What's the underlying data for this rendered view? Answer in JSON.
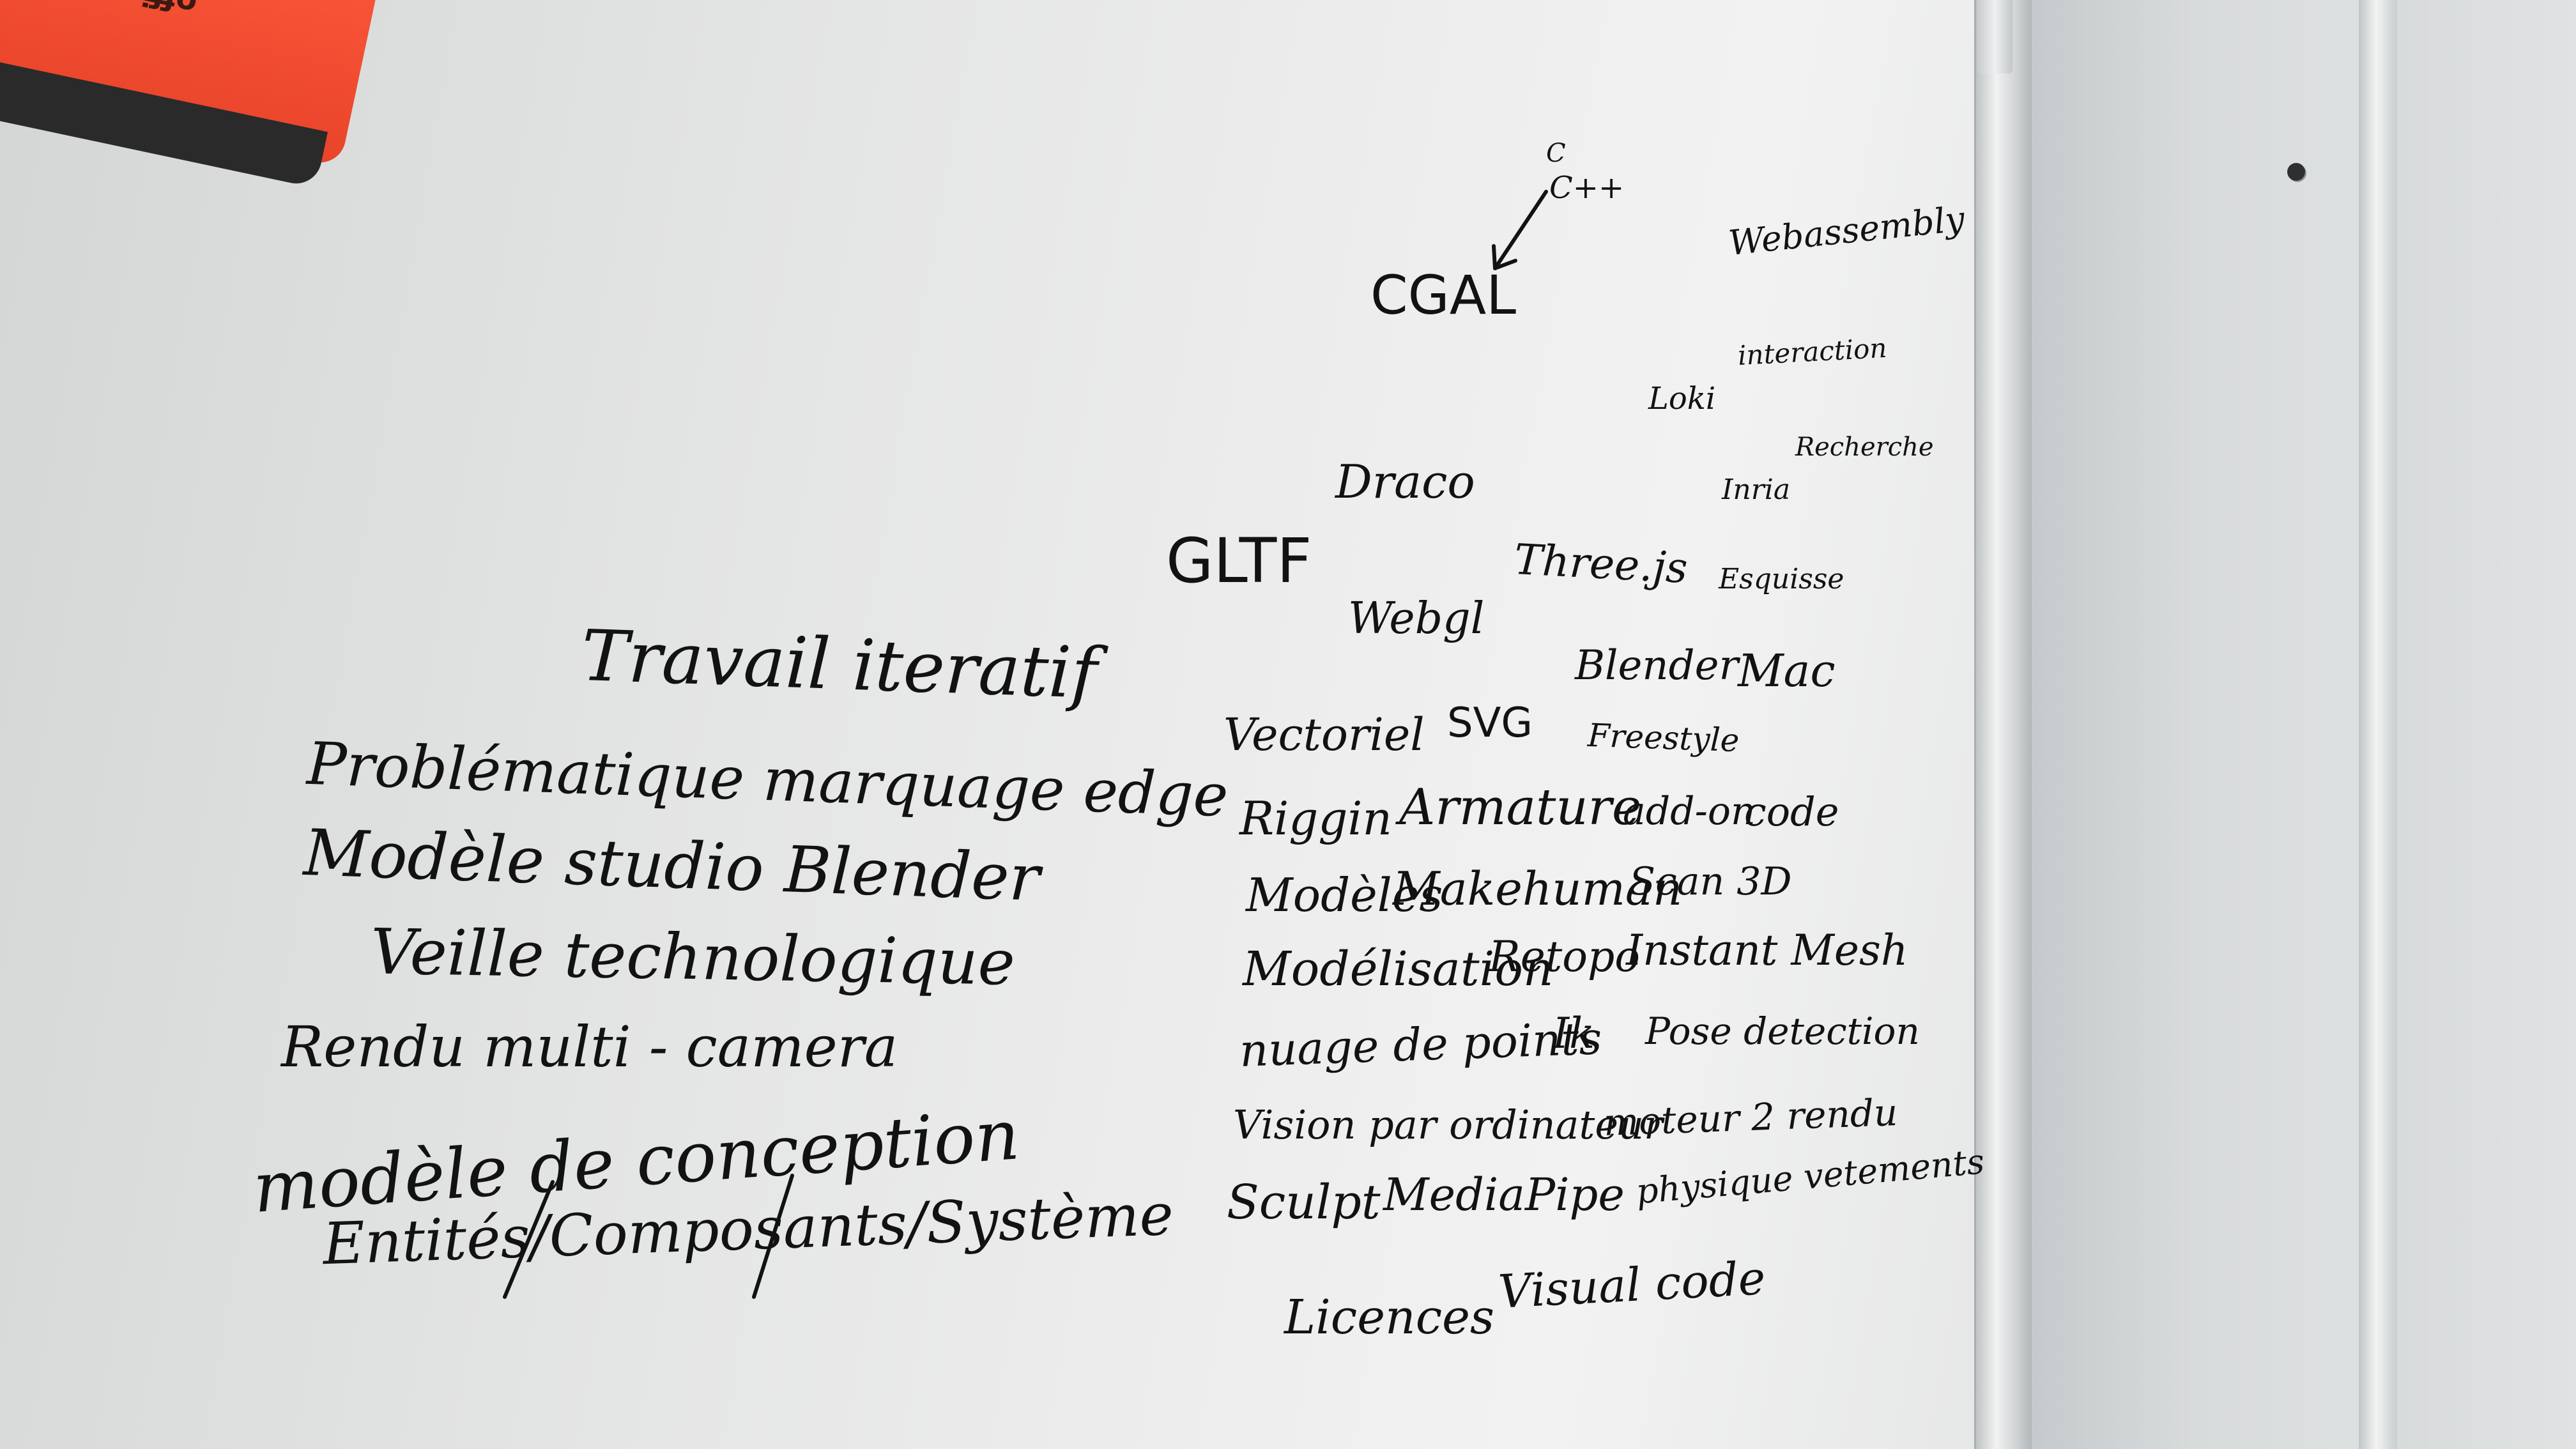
{
  "eraser": {
    "label": "office"
  },
  "left_column": [
    {
      "text": "Travail iteratif"
    },
    {
      "text": "Problématique marquage edge"
    },
    {
      "text": "Modèle studio Blender"
    },
    {
      "text": "Veille technologique"
    },
    {
      "text": "Rendu multi - camera"
    },
    {
      "text": "modèle de conception"
    },
    {
      "text": "Entités/Composants/Système"
    }
  ],
  "right_column": [
    {
      "text": "C"
    },
    {
      "text": "C++"
    },
    {
      "text": "CGAL"
    },
    {
      "text": "Webassembly"
    },
    {
      "text": "interaction"
    },
    {
      "text": "Loki"
    },
    {
      "text": "Recherche"
    },
    {
      "text": "Draco"
    },
    {
      "text": "Inria"
    },
    {
      "text": "GLTF"
    },
    {
      "text": "Three.js"
    },
    {
      "text": "Esquisse"
    },
    {
      "text": "Webgl"
    },
    {
      "text": "Blender"
    },
    {
      "text": "Mac"
    },
    {
      "text": "Vectoriel"
    },
    {
      "text": "SVG"
    },
    {
      "text": "Freestyle"
    },
    {
      "text": "Riggin"
    },
    {
      "text": "Armature"
    },
    {
      "text": "add-on"
    },
    {
      "text": "code"
    },
    {
      "text": "Modèles"
    },
    {
      "text": "Makehuman"
    },
    {
      "text": "Scan 3D"
    },
    {
      "text": "Modélisation"
    },
    {
      "text": "Retopo"
    },
    {
      "text": "Instant Mesh"
    },
    {
      "text": "nuage de points"
    },
    {
      "text": "Ik"
    },
    {
      "text": "Pose detection"
    },
    {
      "text": "Vision par ordinateur"
    },
    {
      "text": "moteur 2 rendu"
    },
    {
      "text": "Sculpt"
    },
    {
      "text": "MediaPipe"
    },
    {
      "text": "physique vetements"
    },
    {
      "text": "Licences"
    },
    {
      "text": "Visual code"
    }
  ]
}
